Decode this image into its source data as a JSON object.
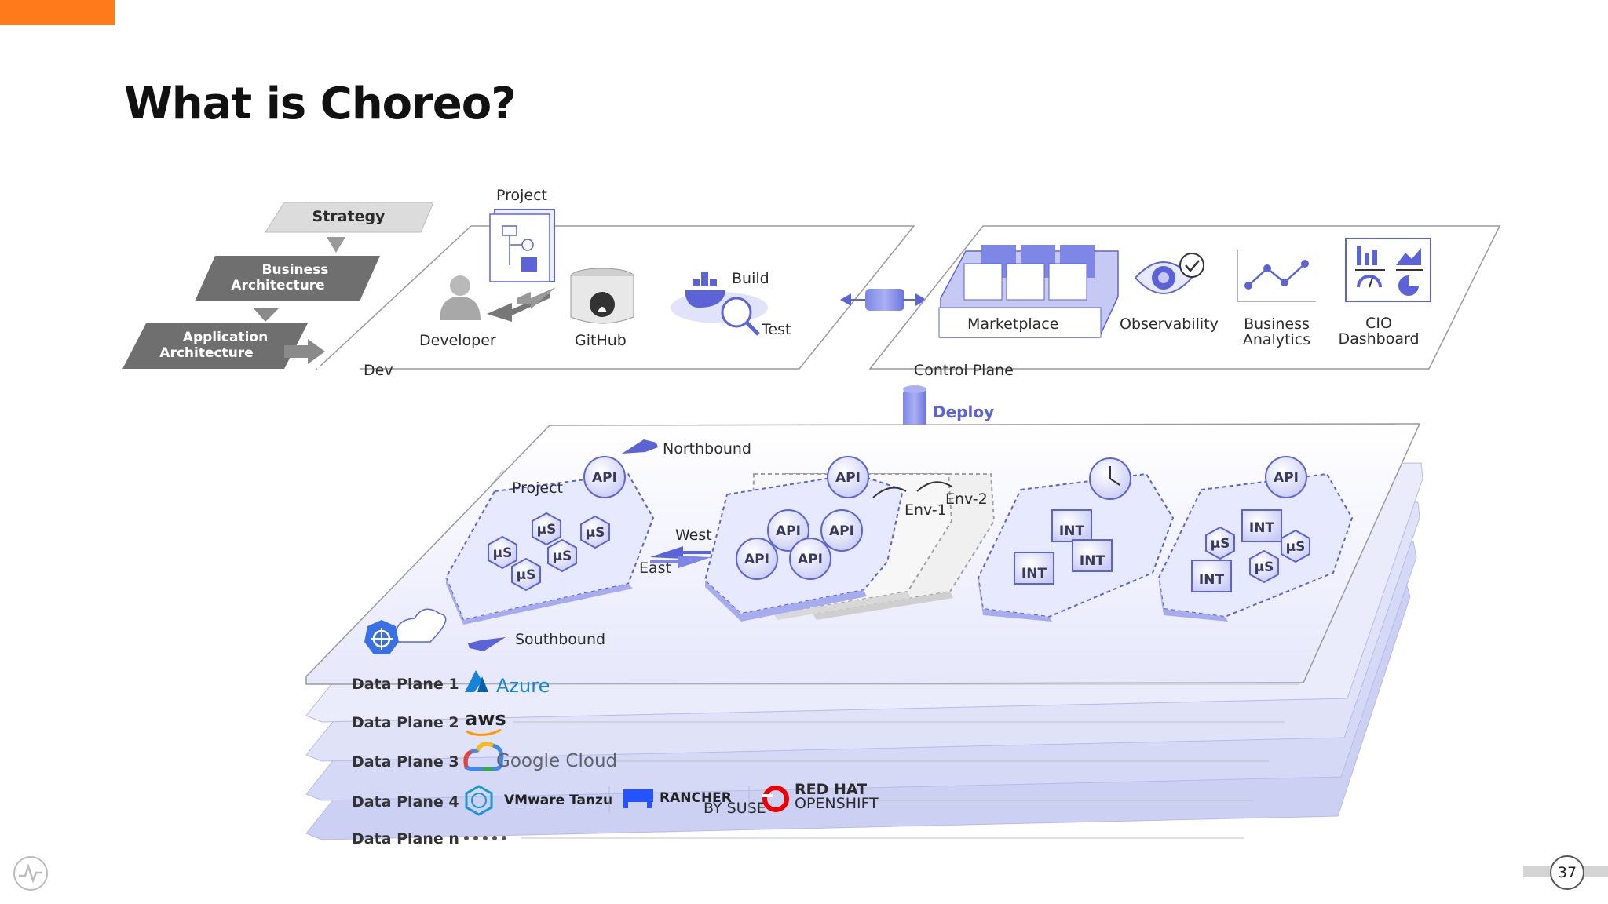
{
  "title": "What is Choreo?",
  "page_number": "37",
  "colors": {
    "accent": "#ff7a1a",
    "primary": "#5b63d6",
    "light": "#e9eaff",
    "grey": "#707070"
  },
  "left_stack": {
    "strategy": "Strategy",
    "business_arch": [
      "Business",
      "Architecture"
    ],
    "app_arch": [
      "Application",
      "Architecture"
    ]
  },
  "dev_plane": {
    "label": "Dev",
    "project": "Project",
    "developer": "Developer",
    "github": "GitHub",
    "build": "Build",
    "test": "Test"
  },
  "control_plane": {
    "label": "Control Plane",
    "marketplace": "Marketplace",
    "observability": "Observability",
    "business_analytics": [
      "Business",
      "Analytics"
    ],
    "cio_dashboard": [
      "CIO",
      "Dashboard"
    ]
  },
  "deploy": "Deploy",
  "data_plane": {
    "northbound": "Northbound",
    "southbound": "Southbound",
    "west": "West",
    "east": "East",
    "project": "Project",
    "env1": "Env-1",
    "env2": "Env-2",
    "api": "API",
    "us": "µS",
    "int": "INT"
  },
  "data_planes": [
    {
      "label": "Data Plane 1",
      "providers": [
        "Azure"
      ]
    },
    {
      "label": "Data Plane 2",
      "providers": [
        "aws"
      ]
    },
    {
      "label": "Data Plane 3",
      "providers": [
        "Google Cloud"
      ]
    },
    {
      "label": "Data Plane 4",
      "providers": [
        "VMware Tanzu",
        "RANCHER",
        "BY SUSE",
        "RED HAT",
        "OPENSHIFT"
      ]
    },
    {
      "label": "Data Plane n",
      "providers": []
    }
  ]
}
